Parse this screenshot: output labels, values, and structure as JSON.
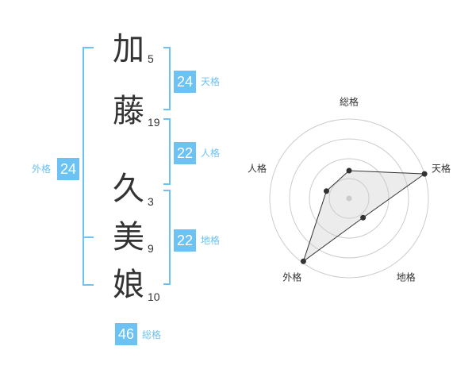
{
  "name_chars": [
    {
      "char": "加",
      "strokes": "5"
    },
    {
      "char": "藤",
      "strokes": "19"
    },
    {
      "char": "久",
      "strokes": "3"
    },
    {
      "char": "美",
      "strokes": "9"
    },
    {
      "char": "娘",
      "strokes": "10"
    }
  ],
  "kakusu": {
    "tenkaku": {
      "value": "24",
      "label": "天格"
    },
    "jinkaku": {
      "value": "22",
      "label": "人格"
    },
    "chikaku": {
      "value": "22",
      "label": "地格"
    },
    "gaikaku": {
      "value": "24",
      "label": "外格"
    },
    "soukaku": {
      "value": "46",
      "label": "総格"
    }
  },
  "accent_color": "#6dc2f4",
  "chart_data": {
    "type": "radar",
    "axes": [
      "総格",
      "天格",
      "地格",
      "外格",
      "人格"
    ],
    "values": [
      0.35,
      1.0,
      0.3,
      0.98,
      0.3
    ],
    "rings": 4,
    "range": [
      0,
      1
    ]
  }
}
